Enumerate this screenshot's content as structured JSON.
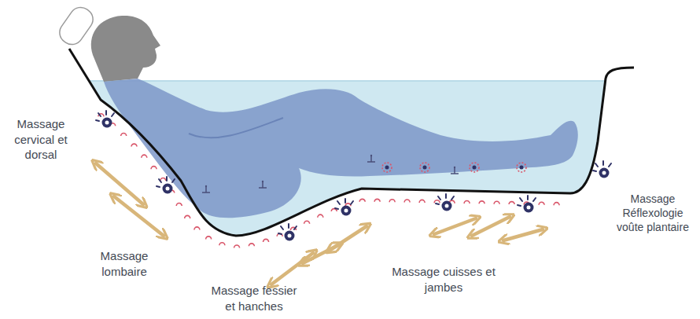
{
  "diagram": {
    "labels": [
      "Massage cervical et dorsal",
      "Massage lombaire",
      "Massage fessier et hanches",
      "Massage cuisses et jambes",
      "Massage Réflexologie voûte plantaire"
    ]
  }
}
